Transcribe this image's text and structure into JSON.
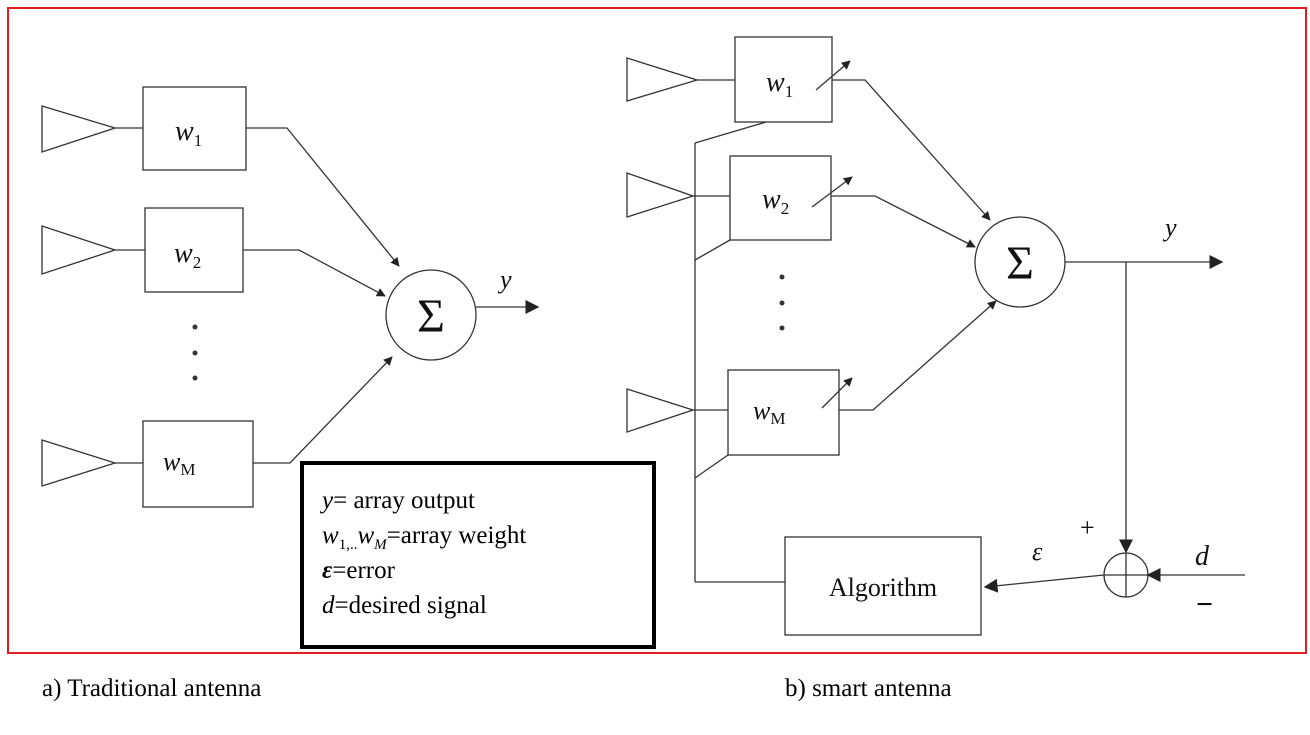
{
  "colors": {
    "frame": "#e02020",
    "stroke": "#333333",
    "legend_border": "#000000"
  },
  "labels": {
    "w1_base": "w",
    "w1_sub": "1",
    "w2_base": "w",
    "w2_sub": "2",
    "wM_base": "w",
    "wM_sub": "M",
    "sigma": "Σ",
    "y": "y",
    "epsilon": "ε",
    "d": "d",
    "plus": "+",
    "minus": "−",
    "algorithm": "Algorithm"
  },
  "legend": {
    "y_sym": "y",
    "y_text": "= array output",
    "w_sym1": "w",
    "w_sub1": "1,..",
    "w_sym2": "w",
    "w_sub2": "M",
    "w_text": "=array weight",
    "eps_sym": "ε",
    "eps_text": "=error",
    "d_sym": "d",
    "d_text": "=desired signal"
  },
  "captions": {
    "a": "a)   Traditional antenna",
    "b": "b) smart antenna"
  }
}
